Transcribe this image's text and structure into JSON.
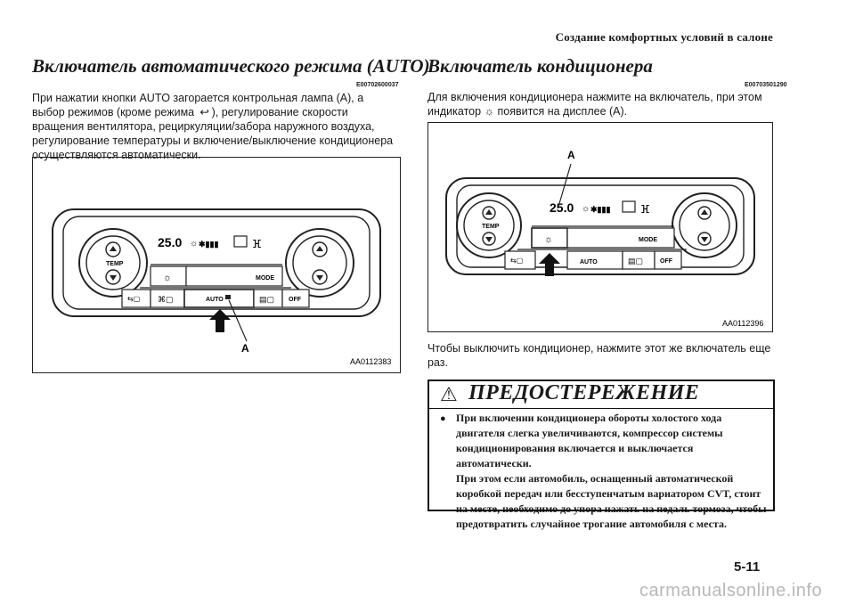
{
  "header": {
    "section_title": "Создание комфортных условий в салоне"
  },
  "left": {
    "title": "Включатель автоматического режима (AUTO)",
    "code": "E00702600037",
    "paragraph_lines": [
      "При нажатии кнопки AUTO загорается контрольная лампа (A), а",
      "выбор режимов (кроме режима ",
      "вращения вентилятора, рециркуляции/забора наружного воздуха,",
      "регулирование температуры и включение/выключение кондиционера",
      "осуществляются автоматически."
    ],
    "paragraph_line2_tail": "), регулирование скорости",
    "figure": {
      "display_temp": "25.0",
      "temp_label": "TEMP",
      "mode_label": "MODE",
      "auto_label": "AUTO",
      "off_label": "OFF",
      "callout": "A",
      "figure_id": "AA0112383"
    }
  },
  "right": {
    "title": "Включатель кондиционера",
    "code": "E00703501290",
    "paragraph_line1": "Для включения кондиционера нажмите на включатель, при этом",
    "paragraph_line2_pre": "индикатор",
    "paragraph_line2_post": "появится на дисплее (A).",
    "figure": {
      "display_temp": "25.0",
      "temp_label": "TEMP",
      "mode_label": "MODE",
      "auto_label": "AUTO",
      "off_label": "OFF",
      "callout": "A",
      "figure_id": "AA0112396"
    },
    "after_lines": [
      "Чтобы выключить кондиционер, нажмите этот же включатель еще",
      "раз."
    ],
    "warning": {
      "heading": "ПРЕДОСТЕРЕЖЕНИЕ",
      "lines": [
        "При включении кондиционера обороты холостого хода",
        "двигателя слегка увеличиваются, компрессор системы",
        "кондиционирования включается и выключается автоматически.",
        "При этом если автомобиль, оснащенный автоматической",
        "коробкой передач или бесступенчатым вариатором CVT, стоит",
        "на месте, необходимо до упора нажать на педаль тормоза, чтобы",
        "предотвратить случайное трогание автомобиля с места."
      ]
    }
  },
  "page_number": "5-11",
  "watermark": "carmanualsonline.info"
}
